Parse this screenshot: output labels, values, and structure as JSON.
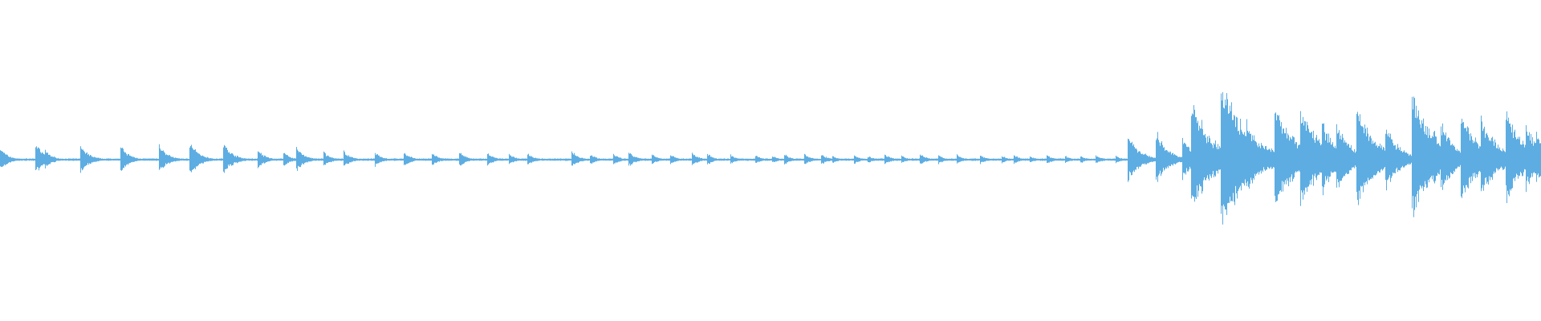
{
  "chart_data": {
    "type": "waveform",
    "color": "#5DADE2",
    "background": "#FFFFFF",
    "amplitude_range": [
      -1,
      1
    ],
    "onsets_fraction_of_width_and_peak_amplitude": [
      [
        0.0,
        0.12
      ],
      [
        0.023,
        0.16
      ],
      [
        0.029,
        0.1
      ],
      [
        0.052,
        0.15
      ],
      [
        0.078,
        0.14
      ],
      [
        0.103,
        0.15
      ],
      [
        0.123,
        0.18
      ],
      [
        0.145,
        0.17
      ],
      [
        0.167,
        0.1
      ],
      [
        0.184,
        0.08
      ],
      [
        0.192,
        0.13
      ],
      [
        0.21,
        0.08
      ],
      [
        0.223,
        0.09
      ],
      [
        0.243,
        0.08
      ],
      [
        0.262,
        0.08
      ],
      [
        0.28,
        0.07
      ],
      [
        0.298,
        0.08
      ],
      [
        0.316,
        0.07
      ],
      [
        0.33,
        0.06
      ],
      [
        0.342,
        0.07
      ],
      [
        0.371,
        0.09
      ],
      [
        0.383,
        0.06
      ],
      [
        0.398,
        0.06
      ],
      [
        0.408,
        0.08
      ],
      [
        0.423,
        0.06
      ],
      [
        0.435,
        0.06
      ],
      [
        0.449,
        0.07
      ],
      [
        0.459,
        0.06
      ],
      [
        0.474,
        0.05
      ],
      [
        0.49,
        0.05
      ],
      [
        0.501,
        0.04
      ],
      [
        0.509,
        0.06
      ],
      [
        0.522,
        0.06
      ],
      [
        0.533,
        0.06
      ],
      [
        0.54,
        0.04
      ],
      [
        0.554,
        0.05
      ],
      [
        0.563,
        0.04
      ],
      [
        0.574,
        0.06
      ],
      [
        0.585,
        0.04
      ],
      [
        0.597,
        0.06
      ],
      [
        0.609,
        0.05
      ],
      [
        0.621,
        0.05
      ],
      [
        0.636,
        0.05
      ],
      [
        0.65,
        0.04
      ],
      [
        0.658,
        0.05
      ],
      [
        0.668,
        0.04
      ],
      [
        0.679,
        0.05
      ],
      [
        0.691,
        0.04
      ],
      [
        0.701,
        0.04
      ],
      [
        0.711,
        0.05
      ],
      [
        0.724,
        0.04
      ],
      [
        0.732,
        0.26
      ],
      [
        0.75,
        0.28
      ],
      [
        0.767,
        0.22
      ],
      [
        0.773,
        0.6
      ],
      [
        0.792,
        0.82
      ],
      [
        0.793,
        0.45
      ],
      [
        0.809,
        0.4
      ],
      [
        0.827,
        0.6
      ],
      [
        0.844,
        0.55
      ],
      [
        0.858,
        0.4
      ],
      [
        0.867,
        0.38
      ],
      [
        0.88,
        0.55
      ],
      [
        0.899,
        0.35
      ],
      [
        0.916,
        0.65
      ],
      [
        0.93,
        0.3
      ],
      [
        0.935,
        0.38
      ],
      [
        0.948,
        0.5
      ],
      [
        0.961,
        0.45
      ],
      [
        0.977,
        0.5
      ],
      [
        0.99,
        0.35
      ],
      [
        0.997,
        0.28
      ]
    ]
  }
}
